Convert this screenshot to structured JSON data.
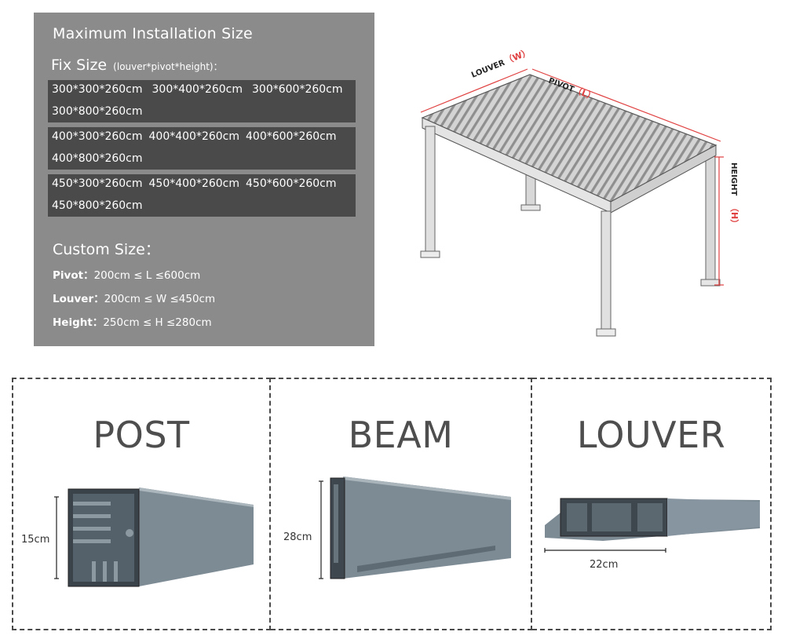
{
  "spec": {
    "title": "Maximum Installation Size",
    "fix_label": "Fix Size",
    "fix_note": "(louver*pivot*height)：",
    "fix_groups": [
      {
        "row1": [
          "300*300*260cm",
          "300*400*260cm",
          "300*600*260cm"
        ],
        "row2": "300*800*260cm"
      },
      {
        "row1": [
          "400*300*260cm",
          "400*400*260cm",
          "400*600*260cm"
        ],
        "row2": "400*800*260cm"
      },
      {
        "row1": [
          "450*300*260cm",
          "450*400*260cm",
          "450*600*260cm"
        ],
        "row2": "450*800*260cm"
      }
    ],
    "custom_label": "Custom Size：",
    "custom": [
      {
        "key": "Pivot：",
        "value": "200cm ≤ L ≤600cm"
      },
      {
        "key": "Louver：",
        "value": "200cm ≤ W ≤450cm"
      },
      {
        "key": "Height：",
        "value": "250cm ≤ H ≤280cm"
      }
    ]
  },
  "diagram": {
    "louver_label": "LOUVER",
    "louver_var": "（W）",
    "pivot_label": "PIVOT",
    "pivot_var": "（L）",
    "height_label": "HEIGHT",
    "height_var": "（H）",
    "dimension_color": "#e04040"
  },
  "profiles": [
    {
      "title": "POST",
      "dimension": "15cm"
    },
    {
      "title": "BEAM",
      "dimension": "28cm"
    },
    {
      "title": "LOUVER",
      "dimension": "22cm"
    }
  ]
}
